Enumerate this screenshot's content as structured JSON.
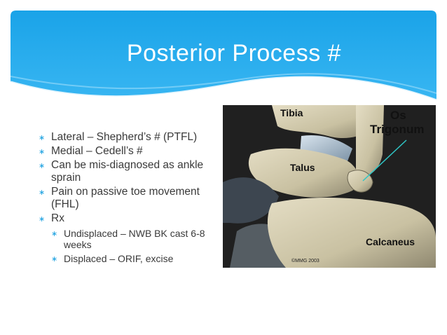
{
  "slide": {
    "title": "Posterior Process #",
    "bullets": [
      {
        "text": "Lateral – Shepherd’s # (PTFL)"
      },
      {
        "text": "Medial – Cedell’s #"
      },
      {
        "text": "Can be mis-diagnosed as ankle sprain"
      },
      {
        "text": "Pain on passive toe movement (FHL)"
      },
      {
        "text": "Rx"
      }
    ],
    "sub_bullets": [
      {
        "text": "Undisplaced – NWB BK cast 6-8 weeks"
      },
      {
        "text": "Displaced – ORIF, excise"
      }
    ],
    "bullet_marker": "∗"
  },
  "figure": {
    "labels": {
      "tibia": "Tibia",
      "os": "Os",
      "trigonum": "Trigonum",
      "talus": "Talus",
      "calcaneus": "Calcaneus",
      "copyright": "©MMG 2003"
    }
  },
  "colors": {
    "header_blue": "#1aa3e8",
    "bone": "#cfc8ac",
    "cartilage": "#9fb6c7",
    "pointer": "#2fc6c6"
  }
}
